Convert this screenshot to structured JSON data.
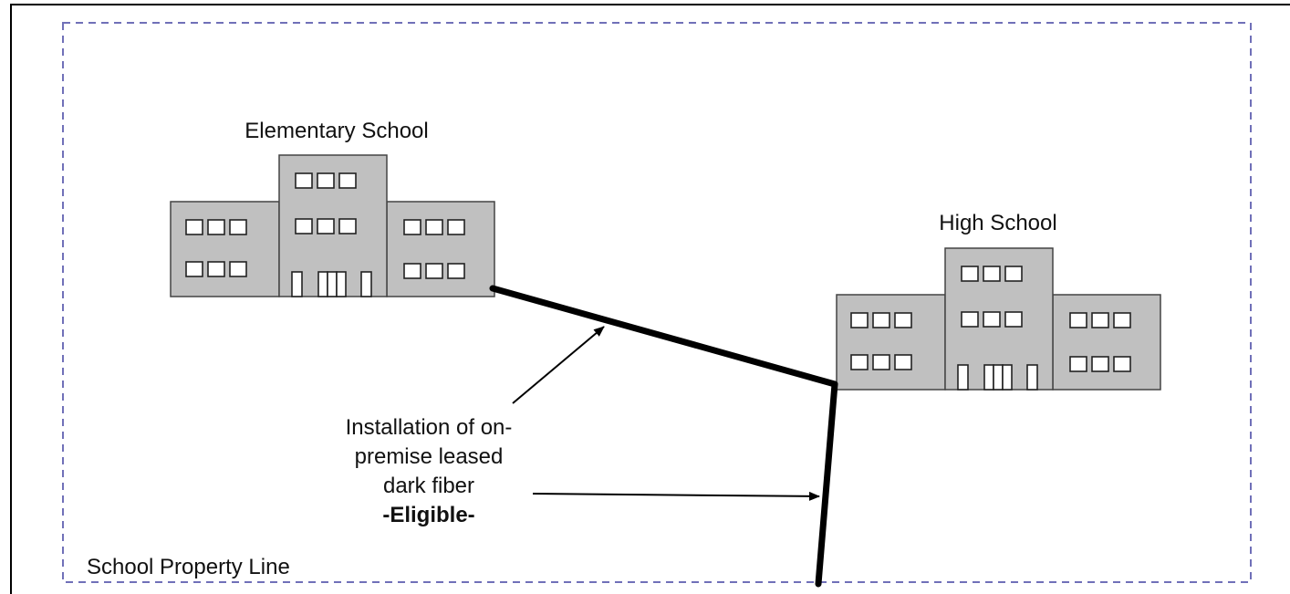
{
  "labels": {
    "elementary_school": "Elementary School",
    "high_school": "High School",
    "property_line": "School Property Line"
  },
  "annotation": {
    "line1": "Installation of on-",
    "line2": "premise leased",
    "line3": "dark fiber",
    "line4": "-Eligible-"
  },
  "colors": {
    "building_fill": "#c0c0c0",
    "property_line": "#7070b8",
    "fiber": "#000000",
    "frame": "#000000"
  }
}
